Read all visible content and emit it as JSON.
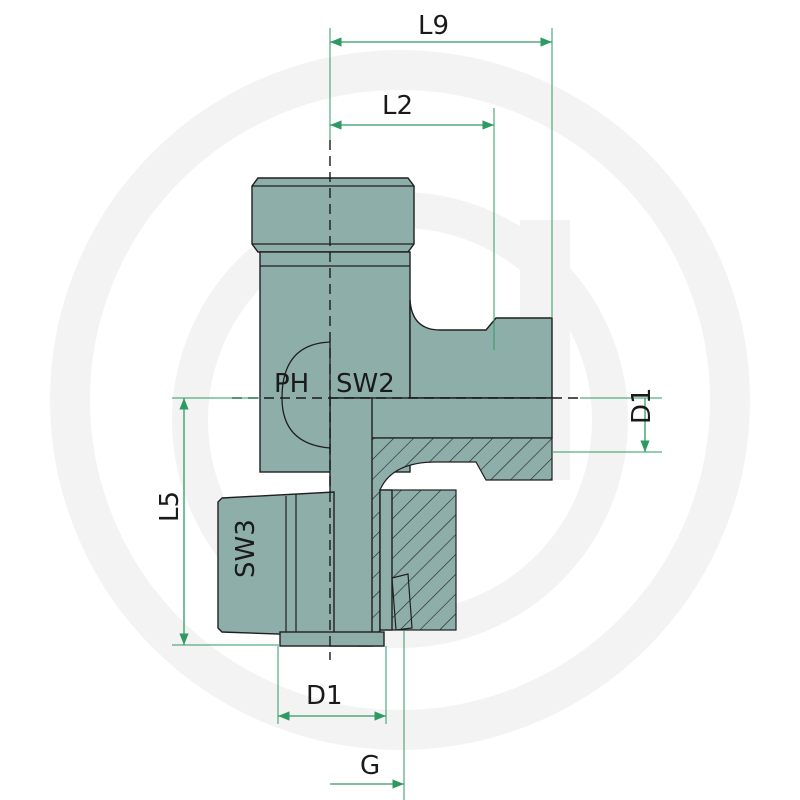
{
  "labels": {
    "L9": "L9",
    "L2": "L2",
    "PH": "PH",
    "SW2": "SW2",
    "D1_right": "D1",
    "L5": "L5",
    "SW3": "SW3",
    "D1_bottom": "D1",
    "G": "G"
  },
  "colors": {
    "body_fill": "#8eaeaa",
    "dimension_line": "#2e9a63",
    "watermark": "#f3f3f3",
    "outline": "#1f1f1f"
  }
}
